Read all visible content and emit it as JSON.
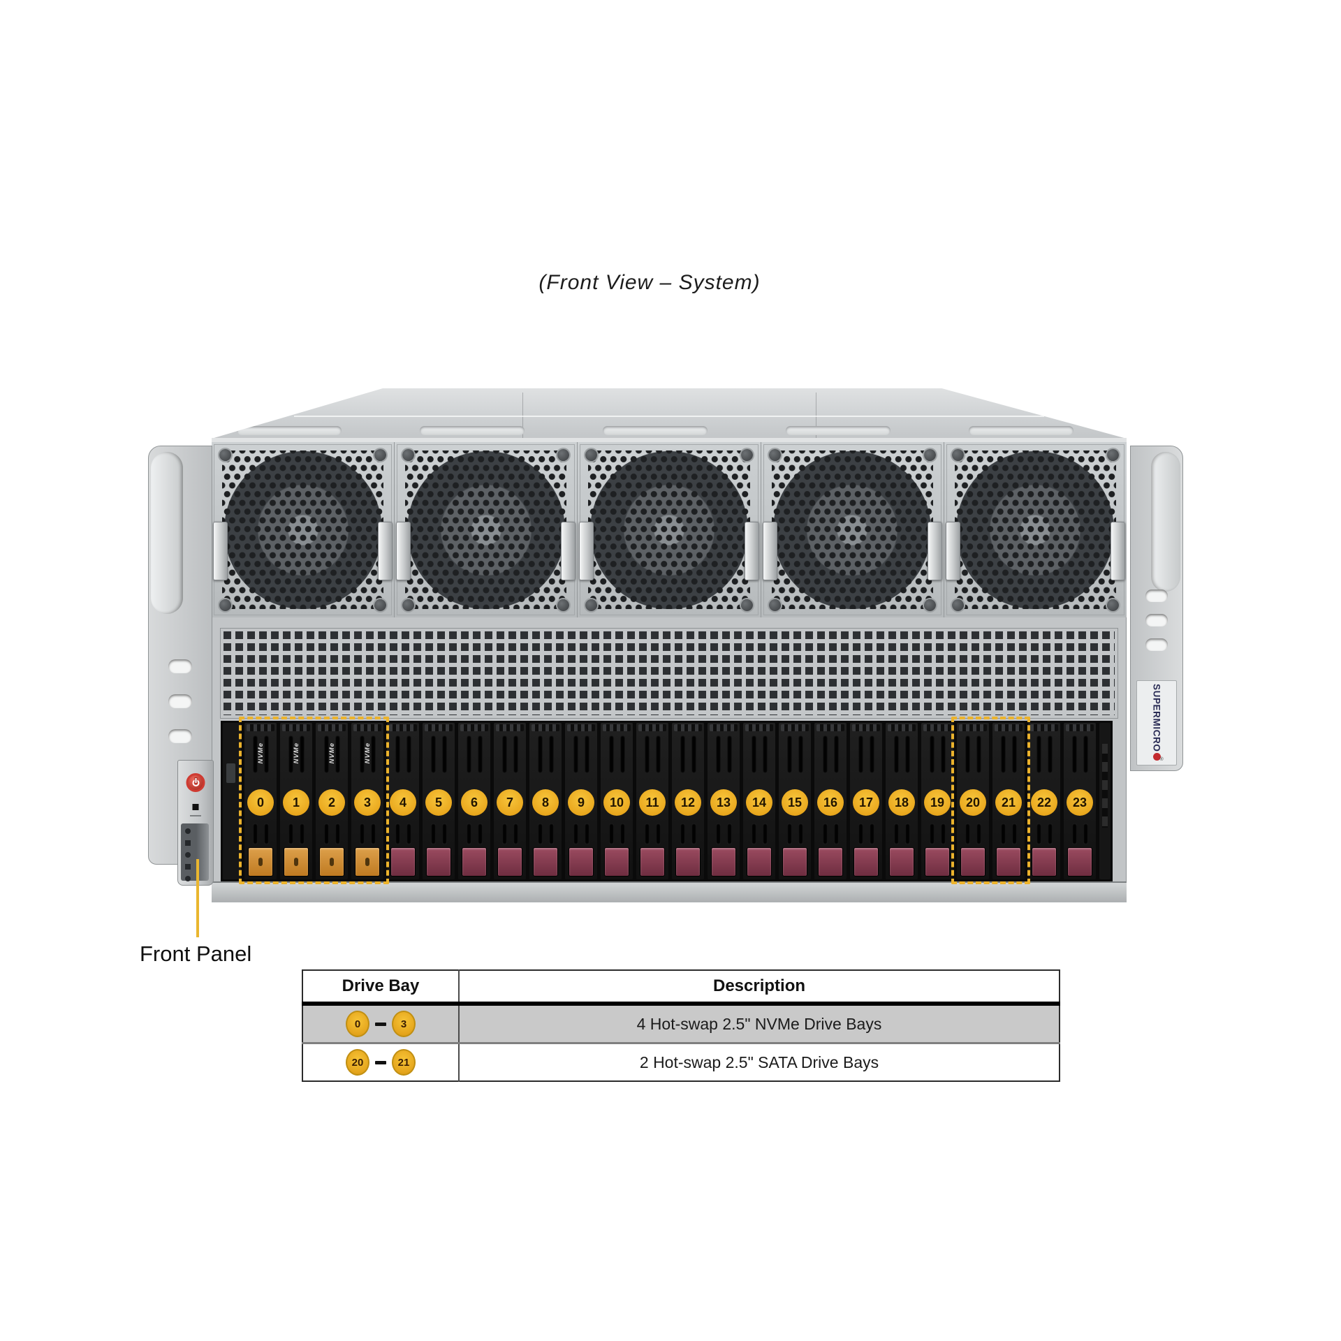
{
  "title": "(Front View – System)",
  "chassis": {
    "fan_count": 5,
    "brand": {
      "name": "SUPERMICRO",
      "registered_mark": "®"
    },
    "front_panel": {
      "label": "Front Panel",
      "led_count": 5
    },
    "drive_bays": {
      "nvme_marking": "NVMe",
      "bays": [
        {
          "label": "0",
          "type": "nvme"
        },
        {
          "label": "1",
          "type": "nvme"
        },
        {
          "label": "2",
          "type": "nvme"
        },
        {
          "label": "3",
          "type": "nvme"
        },
        {
          "label": "4",
          "type": "standard"
        },
        {
          "label": "5",
          "type": "standard"
        },
        {
          "label": "6",
          "type": "standard"
        },
        {
          "label": "7",
          "type": "standard"
        },
        {
          "label": "8",
          "type": "standard"
        },
        {
          "label": "9",
          "type": "standard"
        },
        {
          "label": "10",
          "type": "standard"
        },
        {
          "label": "11",
          "type": "standard"
        },
        {
          "label": "12",
          "type": "standard"
        },
        {
          "label": "13",
          "type": "standard"
        },
        {
          "label": "14",
          "type": "standard"
        },
        {
          "label": "15",
          "type": "standard"
        },
        {
          "label": "16",
          "type": "standard"
        },
        {
          "label": "17",
          "type": "standard"
        },
        {
          "label": "18",
          "type": "standard"
        },
        {
          "label": "19",
          "type": "standard"
        },
        {
          "label": "20",
          "type": "sata"
        },
        {
          "label": "21",
          "type": "sata"
        },
        {
          "label": "22",
          "type": "standard"
        },
        {
          "label": "23",
          "type": "standard"
        }
      ],
      "highlight_groups": [
        {
          "from_index": 0,
          "to_index": 3
        },
        {
          "from_index": 20,
          "to_index": 21
        }
      ]
    }
  },
  "table": {
    "headers": [
      "Drive Bay",
      "Description"
    ],
    "range_separator": "–",
    "rows": [
      {
        "bay_from": "0",
        "bay_to": "3",
        "description": "4 Hot-swap 2.5\" NVMe Drive Bays"
      },
      {
        "bay_from": "20",
        "bay_to": "21",
        "description": "2 Hot-swap 2.5\" SATA Drive Bays"
      }
    ]
  },
  "colors": {
    "accent_yellow": "#ecb32c",
    "disc_yellow": "#eaa91f",
    "nvme_latch_orange": "#bf7a21",
    "drive_latch_maroon": "#6e2d40",
    "power_button_red": "#cf3a31",
    "brand_navy": "#2a2c55",
    "table_row_gray": "#c9c9c9"
  }
}
